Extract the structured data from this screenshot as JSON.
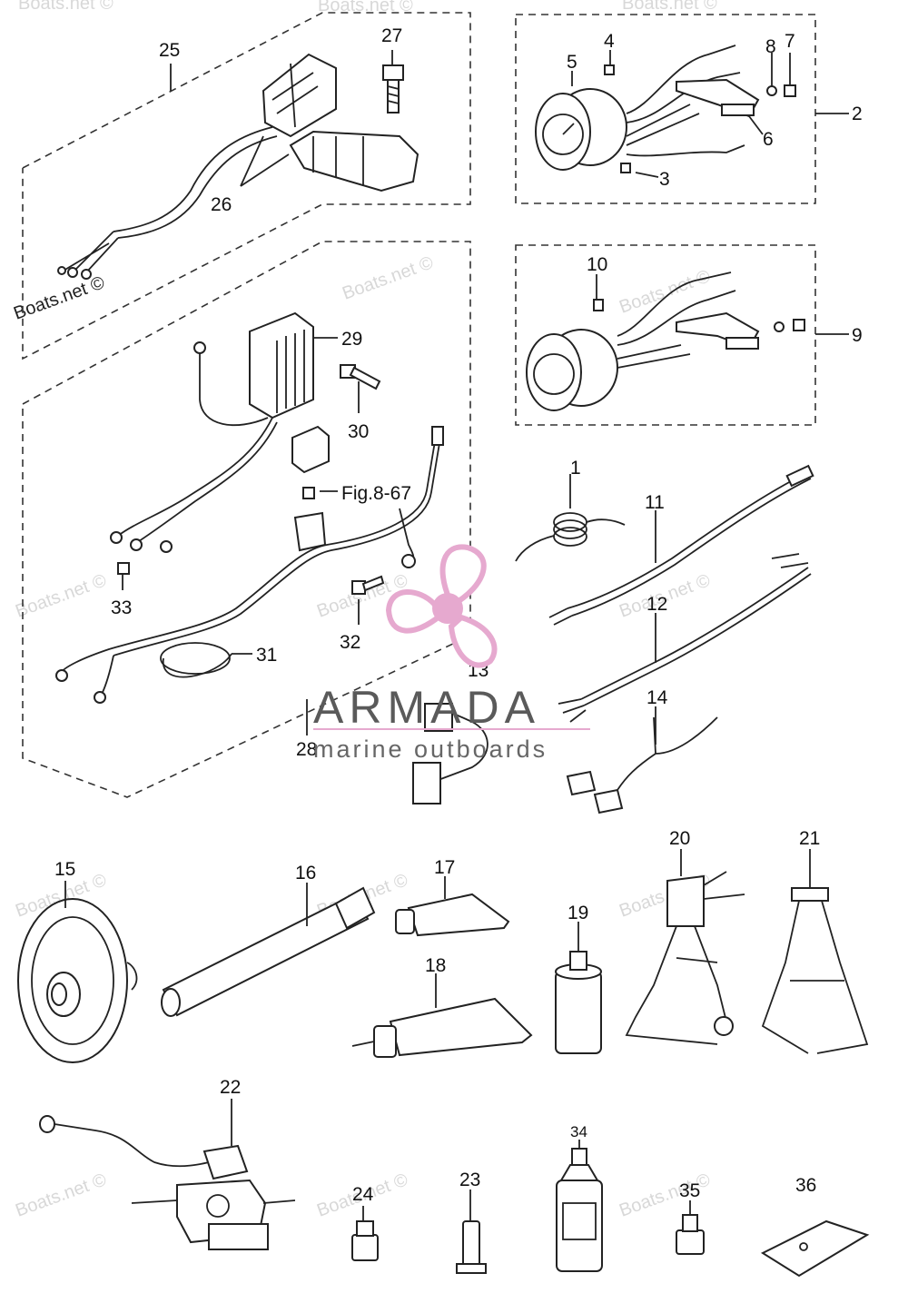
{
  "watermark": {
    "text": "Boats.net ©"
  },
  "brand": {
    "name": "ARMADA",
    "tagline": "marine outboards",
    "accent_color": "#e6a9cf",
    "rule_color": "#e6a9cf"
  },
  "callouts": [
    "1",
    "2",
    "3",
    "4",
    "5",
    "6",
    "7",
    "8",
    "9",
    "10",
    "11",
    "12",
    "13",
    "14",
    "15",
    "16",
    "17",
    "18",
    "19",
    "20",
    "21",
    "22",
    "23",
    "24",
    "25",
    "26",
    "27",
    "28",
    "29",
    "30",
    "31",
    "32",
    "33",
    "34",
    "35",
    "36"
  ],
  "reference": "Fig.8-67"
}
